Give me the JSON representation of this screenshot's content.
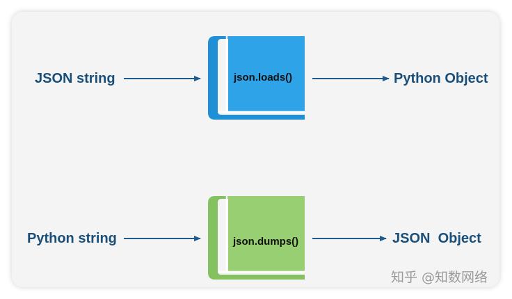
{
  "top_row": {
    "input_label": "JSON string",
    "function_label": "json.loads()",
    "output_label": "Python Object",
    "book_color": "#2ea3e8",
    "book_spine_color": "#1f8fd6"
  },
  "bottom_row": {
    "input_label": "Python string",
    "function_label": "json.dumps()",
    "output_label": "JSON  Object",
    "book_color": "#97cf72",
    "book_spine_color": "#84c160"
  },
  "colors": {
    "text": "#1a4f7a",
    "arrow": "#1f5a8c",
    "panel": "#f4f4f4"
  },
  "watermark": "知乎 @知数网络"
}
